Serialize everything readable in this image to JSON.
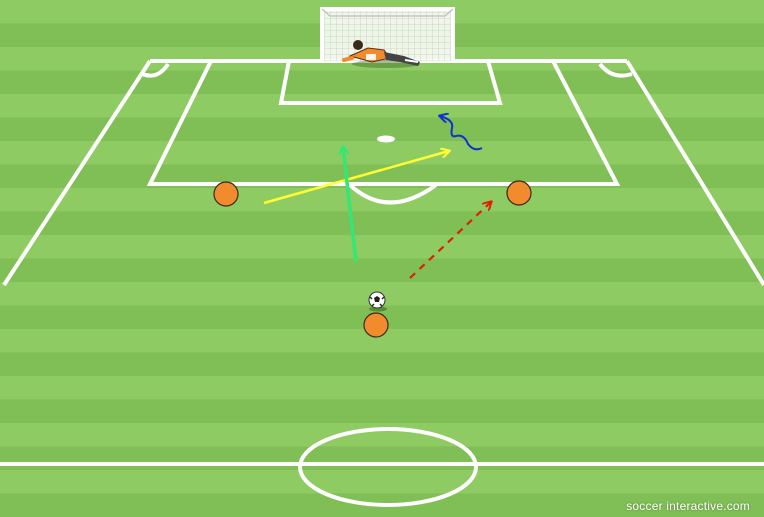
{
  "watermark": "soccer interactive.com",
  "colors": {
    "grass_light": "#8fcb63",
    "grass_dark": "#7fbf55",
    "line": "#ffffff",
    "player": "#f28a2e",
    "player_outline": "#3a2a1a",
    "pass_arrow": "#ffff33",
    "run_arrow": "#33e676",
    "dribble_arrow": "#1133cc",
    "movement_arrow": "#dd2200"
  },
  "players": [
    {
      "name": "left-attacker"
    },
    {
      "name": "right-attacker"
    },
    {
      "name": "ball-carrier"
    }
  ],
  "arrows": [
    {
      "name": "yellow-pass-arrow",
      "style": "solid",
      "color_key": "pass_arrow"
    },
    {
      "name": "green-run-arrow",
      "style": "solid",
      "color_key": "run_arrow"
    },
    {
      "name": "red-dashed-movement-arrow",
      "style": "dashed",
      "color_key": "movement_arrow"
    },
    {
      "name": "blue-dribble-arrow",
      "style": "wavy",
      "color_key": "dribble_arrow"
    }
  ],
  "icons": {
    "goal": "goal-icon",
    "goalkeeper": "goalkeeper-icon",
    "ball": "soccer-ball-icon"
  }
}
